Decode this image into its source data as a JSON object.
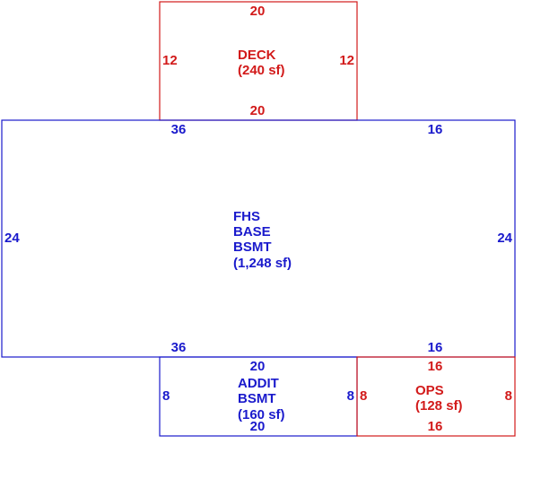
{
  "colors": {
    "main": "#1a1acc",
    "deck": "#d21a1a",
    "addit": "#1a1acc",
    "ops": "#d21a1a",
    "background": "#ffffff"
  },
  "deck": {
    "name": "DECK",
    "area": "(240 sf)",
    "top": "20",
    "bottom": "20",
    "left": "12",
    "right": "12"
  },
  "main": {
    "name_lines": [
      "FHS",
      "BASE",
      "BSMT"
    ],
    "area": "(1,248 sf)",
    "top_left": "36",
    "top_right": "16",
    "bottom_left": "36",
    "bottom_right": "16",
    "left": "24",
    "right": "24"
  },
  "addit": {
    "name_lines": [
      "ADDIT",
      "BSMT"
    ],
    "area": "(160 sf)",
    "top": "20",
    "bottom": "20",
    "left": "8",
    "right": "8"
  },
  "ops": {
    "name": "OPS",
    "area": "(128 sf)",
    "top": "16",
    "bottom": "16",
    "left": "8",
    "right": "8"
  }
}
